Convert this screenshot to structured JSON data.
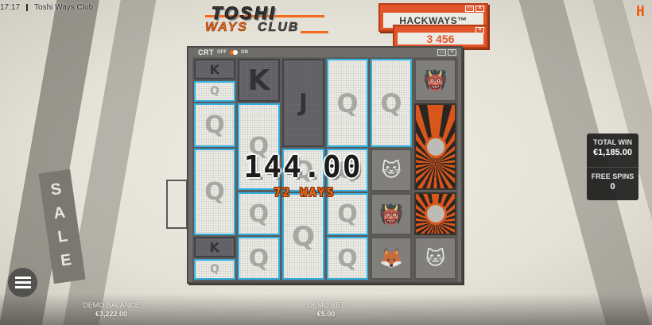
{
  "status_bar": {
    "time": "17:17",
    "app_title": "Toshi Ways Club"
  },
  "logo": {
    "line1": "TOSHI",
    "line2a": "WAYS",
    "line2b": "CLUB"
  },
  "hackways": {
    "label": "HACKWAYS™",
    "count": "3 456"
  },
  "brand_mark": "H",
  "panel": {
    "crt_label": "CRT",
    "crt_off": "OFF",
    "crt_on": "ON",
    "minimize_icon": "▭",
    "close_icon": "✕"
  },
  "reels": [
    [
      {
        "symbol": "K",
        "kind": "dark"
      },
      {
        "symbol": "Q",
        "kind": "low"
      },
      {
        "symbol": "Q",
        "kind": "low"
      },
      {
        "symbol": "Q",
        "kind": "low"
      },
      {
        "symbol": "K",
        "kind": "dark"
      },
      {
        "symbol": "Q",
        "kind": "low"
      }
    ],
    [
      {
        "symbol": "K",
        "kind": "dark"
      },
      {
        "symbol": "Q",
        "kind": "low"
      },
      {
        "symbol": "Q",
        "kind": "low"
      },
      {
        "symbol": "Q",
        "kind": "low"
      }
    ],
    [
      {
        "symbol": "J",
        "kind": "dark"
      },
      {
        "symbol": "Q",
        "kind": "low"
      },
      {
        "symbol": "Q",
        "kind": "low"
      }
    ],
    [
      {
        "symbol": "Q",
        "kind": "low"
      },
      {
        "symbol": "Q",
        "kind": "low"
      },
      {
        "symbol": "Q",
        "kind": "low"
      },
      {
        "symbol": "Q",
        "kind": "low"
      }
    ],
    [
      {
        "symbol": "Q",
        "kind": "low"
      },
      {
        "symbol": "lucky-cat",
        "kind": "pic"
      },
      {
        "symbol": "oni-mask",
        "kind": "pic"
      },
      {
        "symbol": "fox-mask",
        "kind": "pic"
      }
    ],
    [
      {
        "symbol": "oni-mask",
        "kind": "pic"
      },
      {
        "symbol": "mech-robot",
        "kind": "mech"
      },
      {
        "symbol": "mech-robot",
        "kind": "mech"
      },
      {
        "symbol": "lucky-cat",
        "kind": "pic"
      }
    ]
  ],
  "win": {
    "amount": "144.00",
    "ways": "72 WAYS"
  },
  "info": {
    "total_win_label": "TOTAL WIN",
    "total_win_value": "€1,185.00",
    "free_spins_label": "FREE SPINS",
    "free_spins_value": "0"
  },
  "bottom": {
    "balance_label": "DEMO BALANCE",
    "balance_value": "€3,222.00",
    "bet_label": "DEMO BET",
    "bet_value": "€5.00"
  },
  "background": {
    "sign_text": [
      "S",
      "A",
      "L",
      "E"
    ]
  },
  "colors": {
    "accent_orange": "#f26a1b",
    "highlight_blue": "#33aee0",
    "hackways_red": "#e2552a"
  }
}
